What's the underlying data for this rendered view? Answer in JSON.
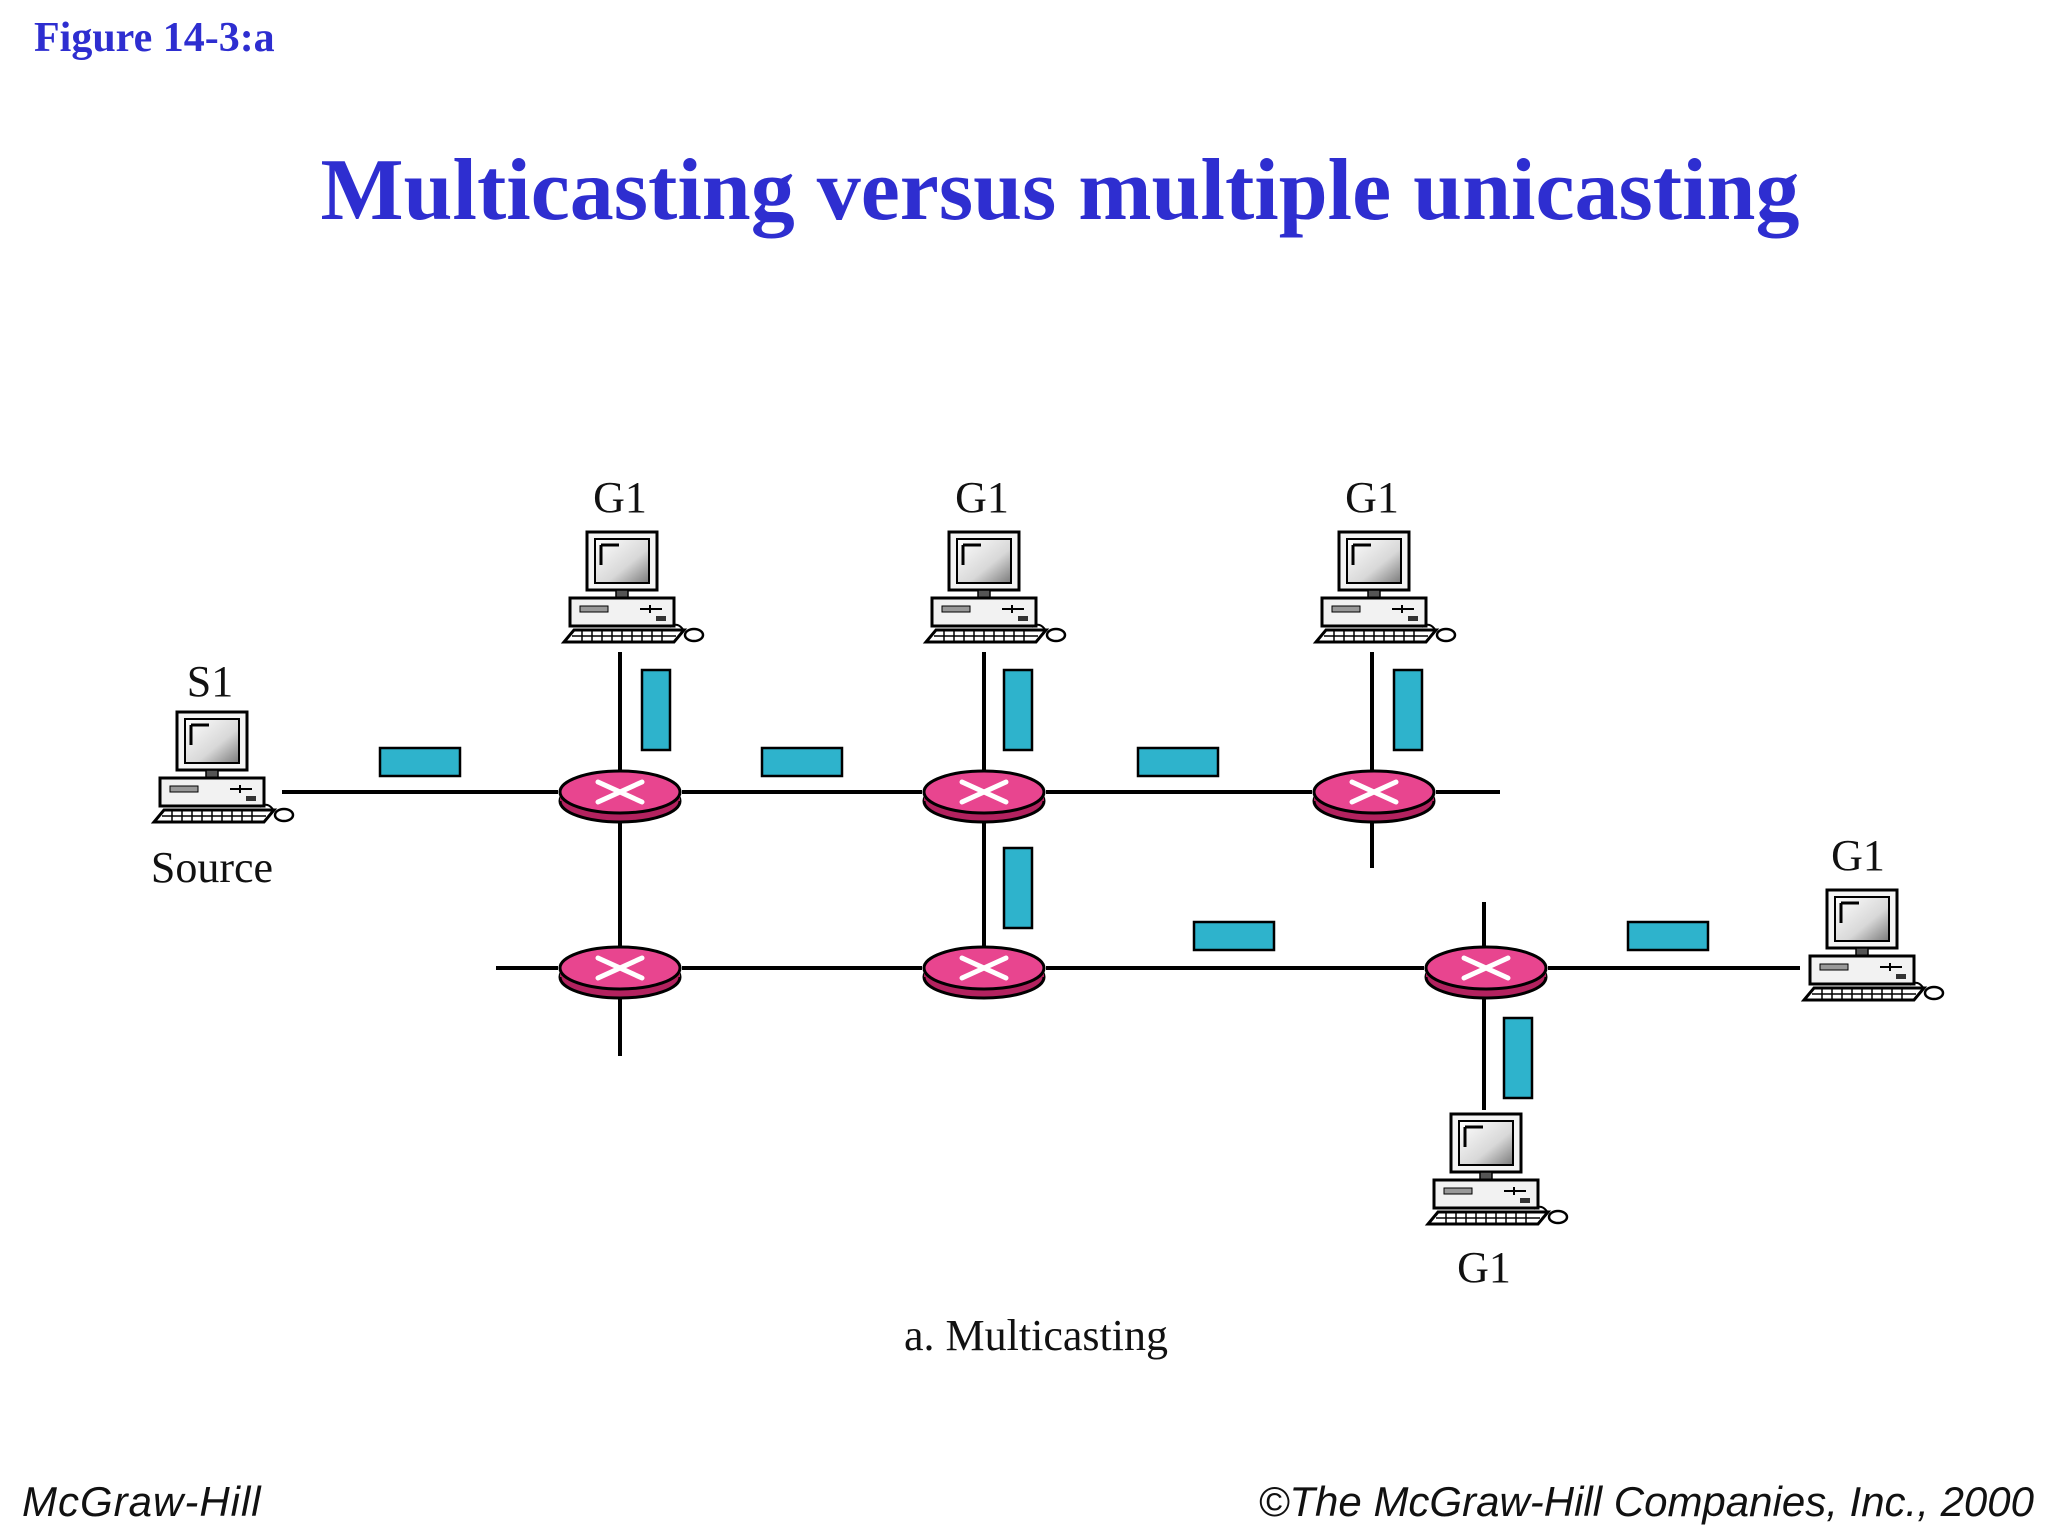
{
  "figure_label": "Figure  14-3:a",
  "title": "Multicasting versus multiple unicasting",
  "diagram": {
    "source_name": "S1",
    "source_caption": "Source",
    "group_label": "G1",
    "caption": "a. Multicasting"
  },
  "footer": {
    "left": "McGraw-Hill",
    "right": "©The McGraw-Hill Companies, Inc., 2000"
  },
  "colors": {
    "router": "#e8458f",
    "router_dark": "#b3225f",
    "packet": "#2eb3cc",
    "title": "#2e2ed0"
  }
}
